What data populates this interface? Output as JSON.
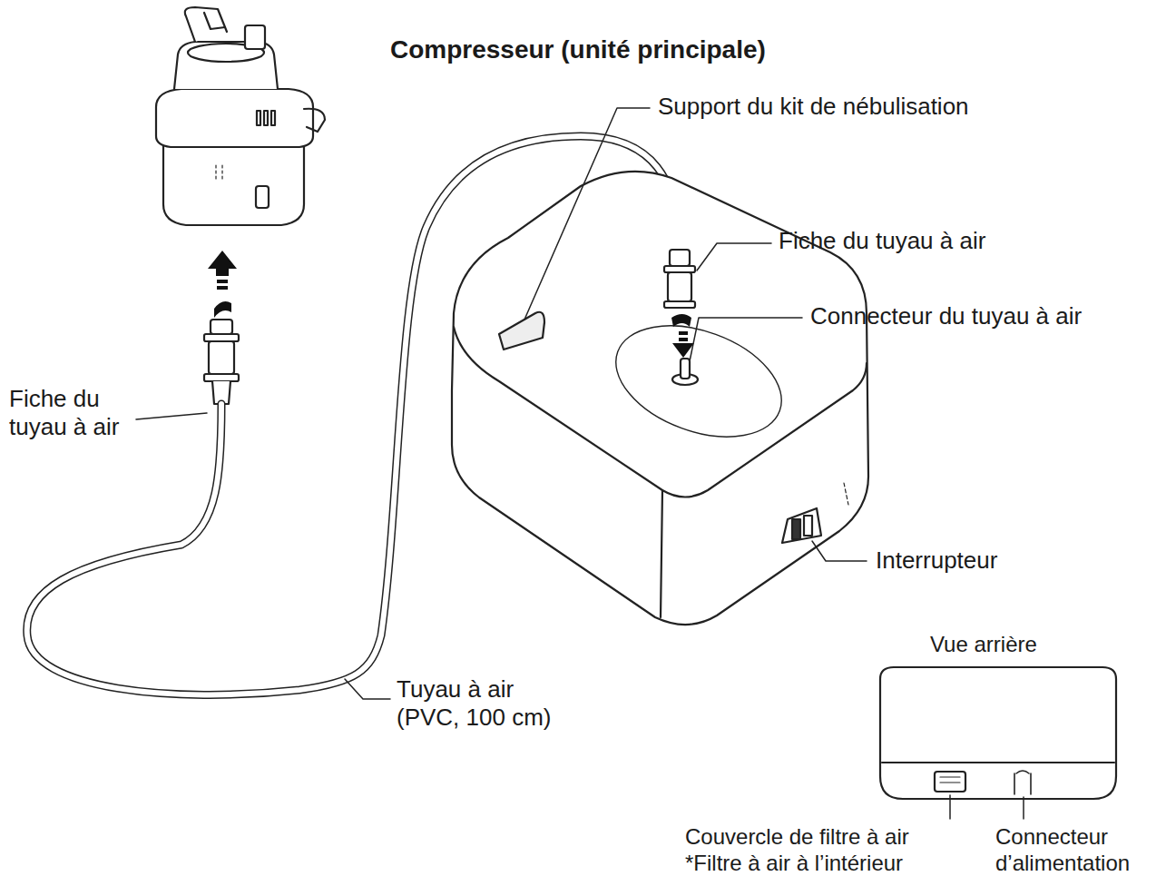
{
  "diagram": {
    "title": "Compresseur (unité principale)",
    "labels": [
      "Support du kit de nébulisation",
      "Fiche du tuyau à air",
      "Connecteur du tuyau à air",
      "Interrupteur",
      "Fiche du tuyau à air",
      "Tuyau à air (PVC, 100 cm)",
      "Vue arrière",
      "Couvercle de filtre à air *Filtre à air à l’intérieur",
      "Connecteur d’alimentation"
    ]
  }
}
